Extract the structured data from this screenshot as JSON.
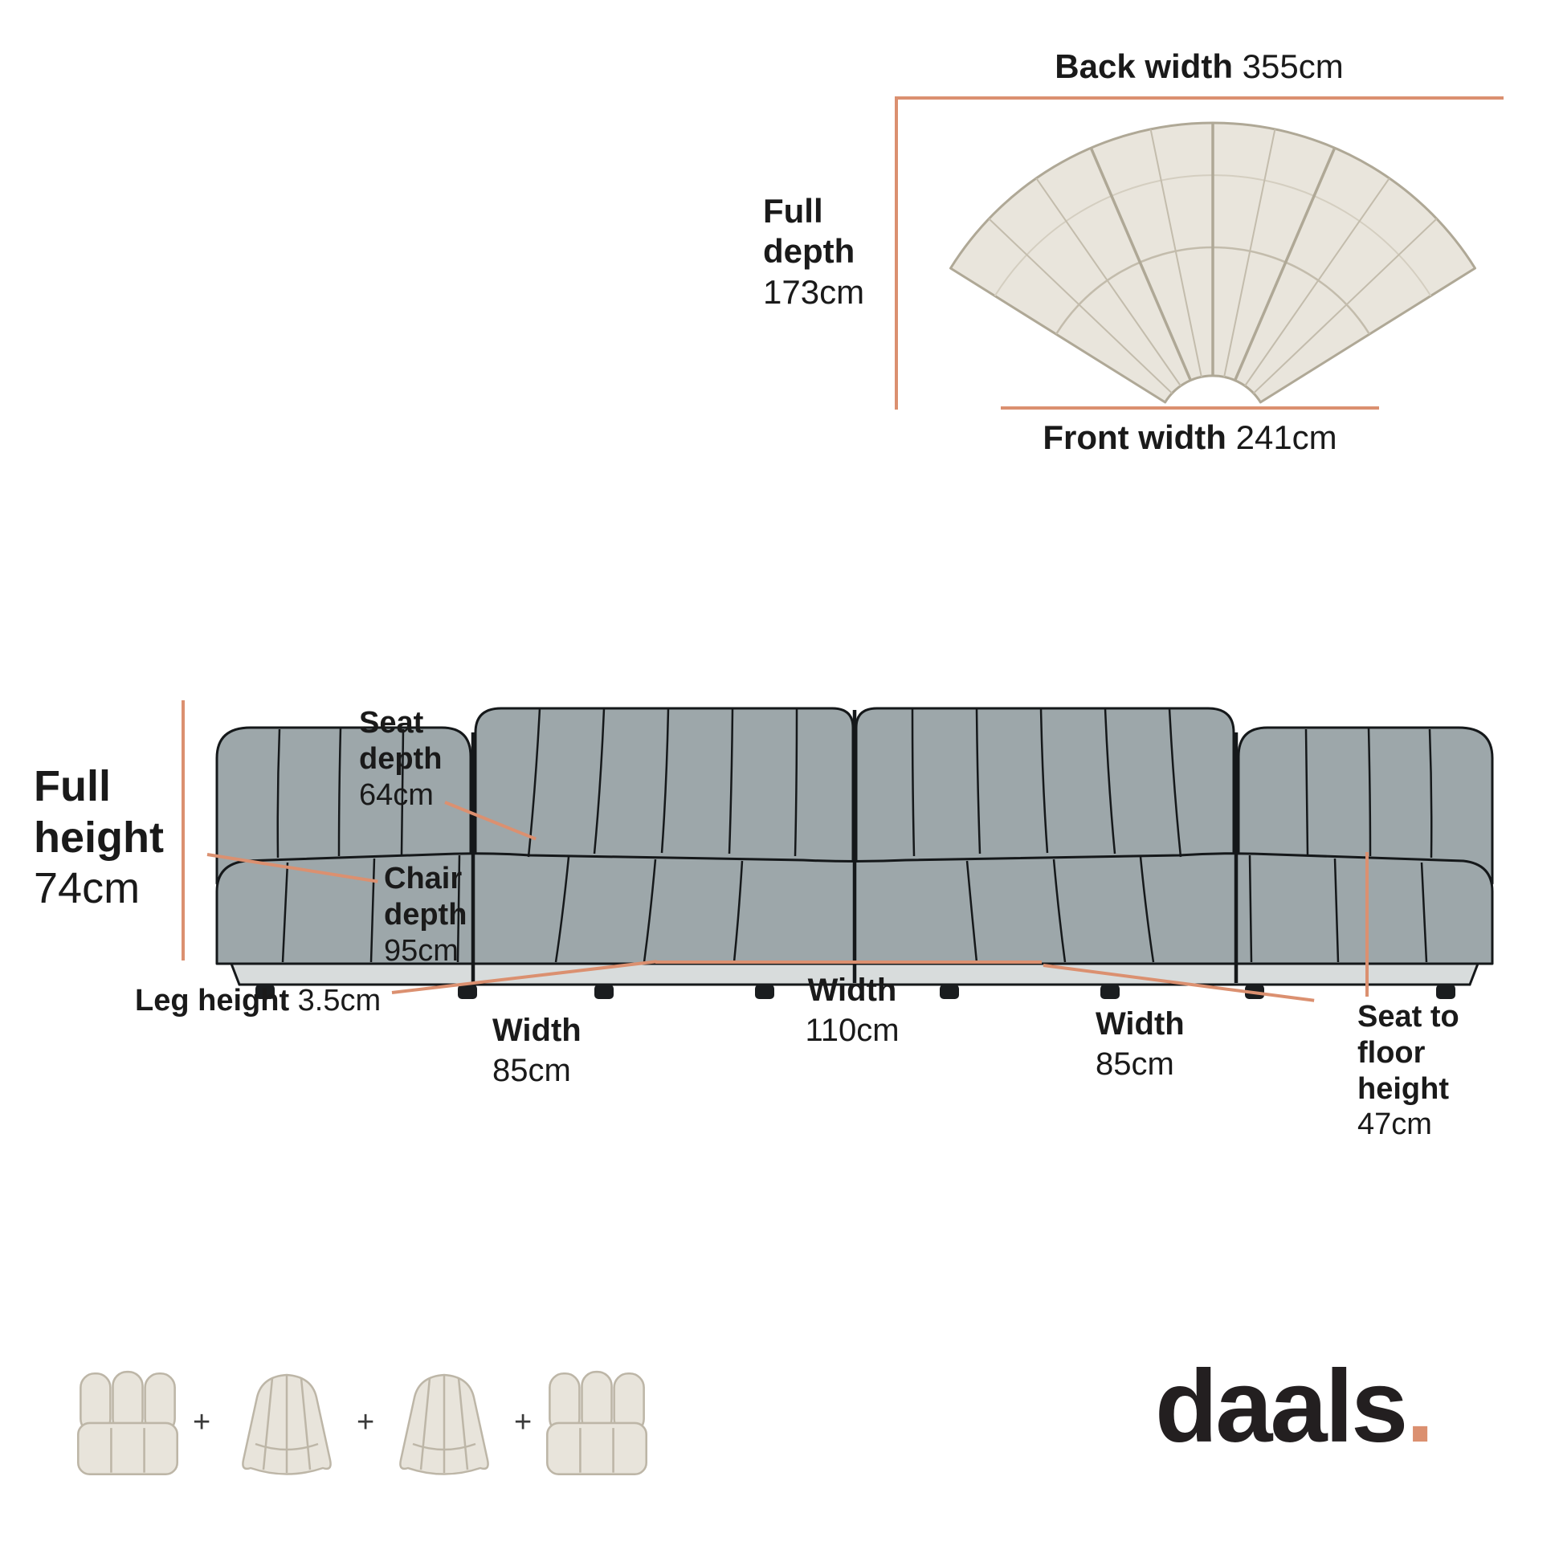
{
  "colors": {
    "accent_line": "#DB9070",
    "sofa_front_fill": "#9DA7AA",
    "sofa_top_fill": "#E9E5DC",
    "outline": "#15181A",
    "logo_text": "#231F20",
    "logo_dot": "#DB9070"
  },
  "top_view": {
    "back_width": {
      "label": "Back width",
      "value": "355cm"
    },
    "full_depth": {
      "label": "Full depth",
      "value": "173cm"
    },
    "front_width": {
      "label": "Front width",
      "value": "241cm"
    }
  },
  "front_view": {
    "full_height": {
      "label": "Full height",
      "value": "74cm"
    },
    "seat_depth": {
      "label": "Seat depth",
      "value": "64cm"
    },
    "chair_depth": {
      "label": "Chair depth",
      "value": "95cm"
    },
    "leg_height": {
      "label": "Leg height",
      "value": "3.5cm"
    },
    "width_left": {
      "label": "Width",
      "value": "85cm"
    },
    "width_middle": {
      "label": "Width",
      "value": "110cm"
    },
    "width_right": {
      "label": "Width",
      "value": "85cm"
    },
    "seat_to_floor": {
      "label": "Seat to floor height",
      "value": "47cm"
    }
  },
  "modules": {
    "separator": "+",
    "items": [
      "straight-module",
      "corner-module",
      "corner-module",
      "straight-module"
    ]
  },
  "brand": {
    "name": "daals",
    "dot": "."
  }
}
